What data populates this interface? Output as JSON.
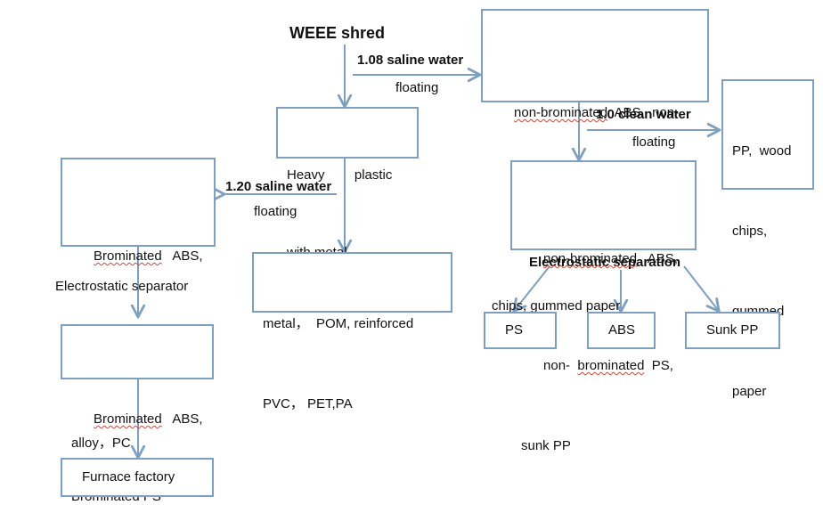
{
  "theme": {
    "box_border": "#7f9fc0",
    "arrow_color": "#7f9fc0",
    "text_color": "#111111",
    "spellcheck_underline": "#d04a3a",
    "background": "#ffffff"
  },
  "diagram": {
    "title_node": {
      "label": "WEEE shred"
    },
    "process_labels": [
      {
        "id": "p1",
        "primary": "1.08 saline water",
        "secondary": "floating"
      },
      {
        "id": "p2",
        "primary": "1.20 saline water",
        "secondary": "floating"
      },
      {
        "id": "p3",
        "primary": "1.0 clean water",
        "secondary": "floating"
      },
      {
        "id": "p4",
        "primary": "Electrostatic separator",
        "secondary": ""
      },
      {
        "id": "p5",
        "primary": "Electrostatic separation",
        "secondary": ""
      }
    ],
    "nodes": [
      {
        "id": "n-light-fraction",
        "lines": [
          "non-brominated ABS, non-",
          "brominated PS, PP, wood",
          "chips, gummed paper"
        ],
        "text": "non-brominated ABS, non-brominated PS, PP, wood chips, gummed paper"
      },
      {
        "id": "n-heavy-plastic",
        "lines": [
          "Heavy      plastic",
          "with metal"
        ],
        "text": "Heavy plastic with metal"
      },
      {
        "id": "n-pp-wood-chips",
        "lines": [
          "PP, wood",
          "chips,",
          "gummed",
          "paper"
        ],
        "text": "PP, wood chips, gummed paper"
      },
      {
        "id": "n-nonbrominated-sunk",
        "lines": [
          "non-brominated ABS,",
          "non- brominated PS,",
          "sunk PP"
        ],
        "text": "non-brominated ABS, non-brominated PS, sunk PP"
      },
      {
        "id": "n-brominated-alloy",
        "lines": [
          "Brominated ABS,",
          "Brominated PS ,",
          "alloy，PC"
        ],
        "text": "Brominated ABS, Brominated PS , alloy，PC"
      },
      {
        "id": "n-metal-pom",
        "lines": [
          "metal，POM, reinforced",
          "PVC，PET,PA"
        ],
        "text": "metal，POM, reinforced PVC，PET,PA"
      },
      {
        "id": "n-brominated-abs-ps",
        "lines": [
          "Brominated ABS,",
          "Brominated PS"
        ],
        "text": "Brominated ABS, Brominated PS"
      },
      {
        "id": "n-furnace",
        "lines": [
          "Furnace factory"
        ],
        "text": "Furnace factory"
      },
      {
        "id": "n-ps",
        "lines": [
          "PS"
        ],
        "text": "PS"
      },
      {
        "id": "n-abs",
        "lines": [
          "ABS"
        ],
        "text": "ABS"
      },
      {
        "id": "n-sunk-pp",
        "lines": [
          "Sunk PP"
        ],
        "text": "Sunk PP"
      }
    ]
  }
}
